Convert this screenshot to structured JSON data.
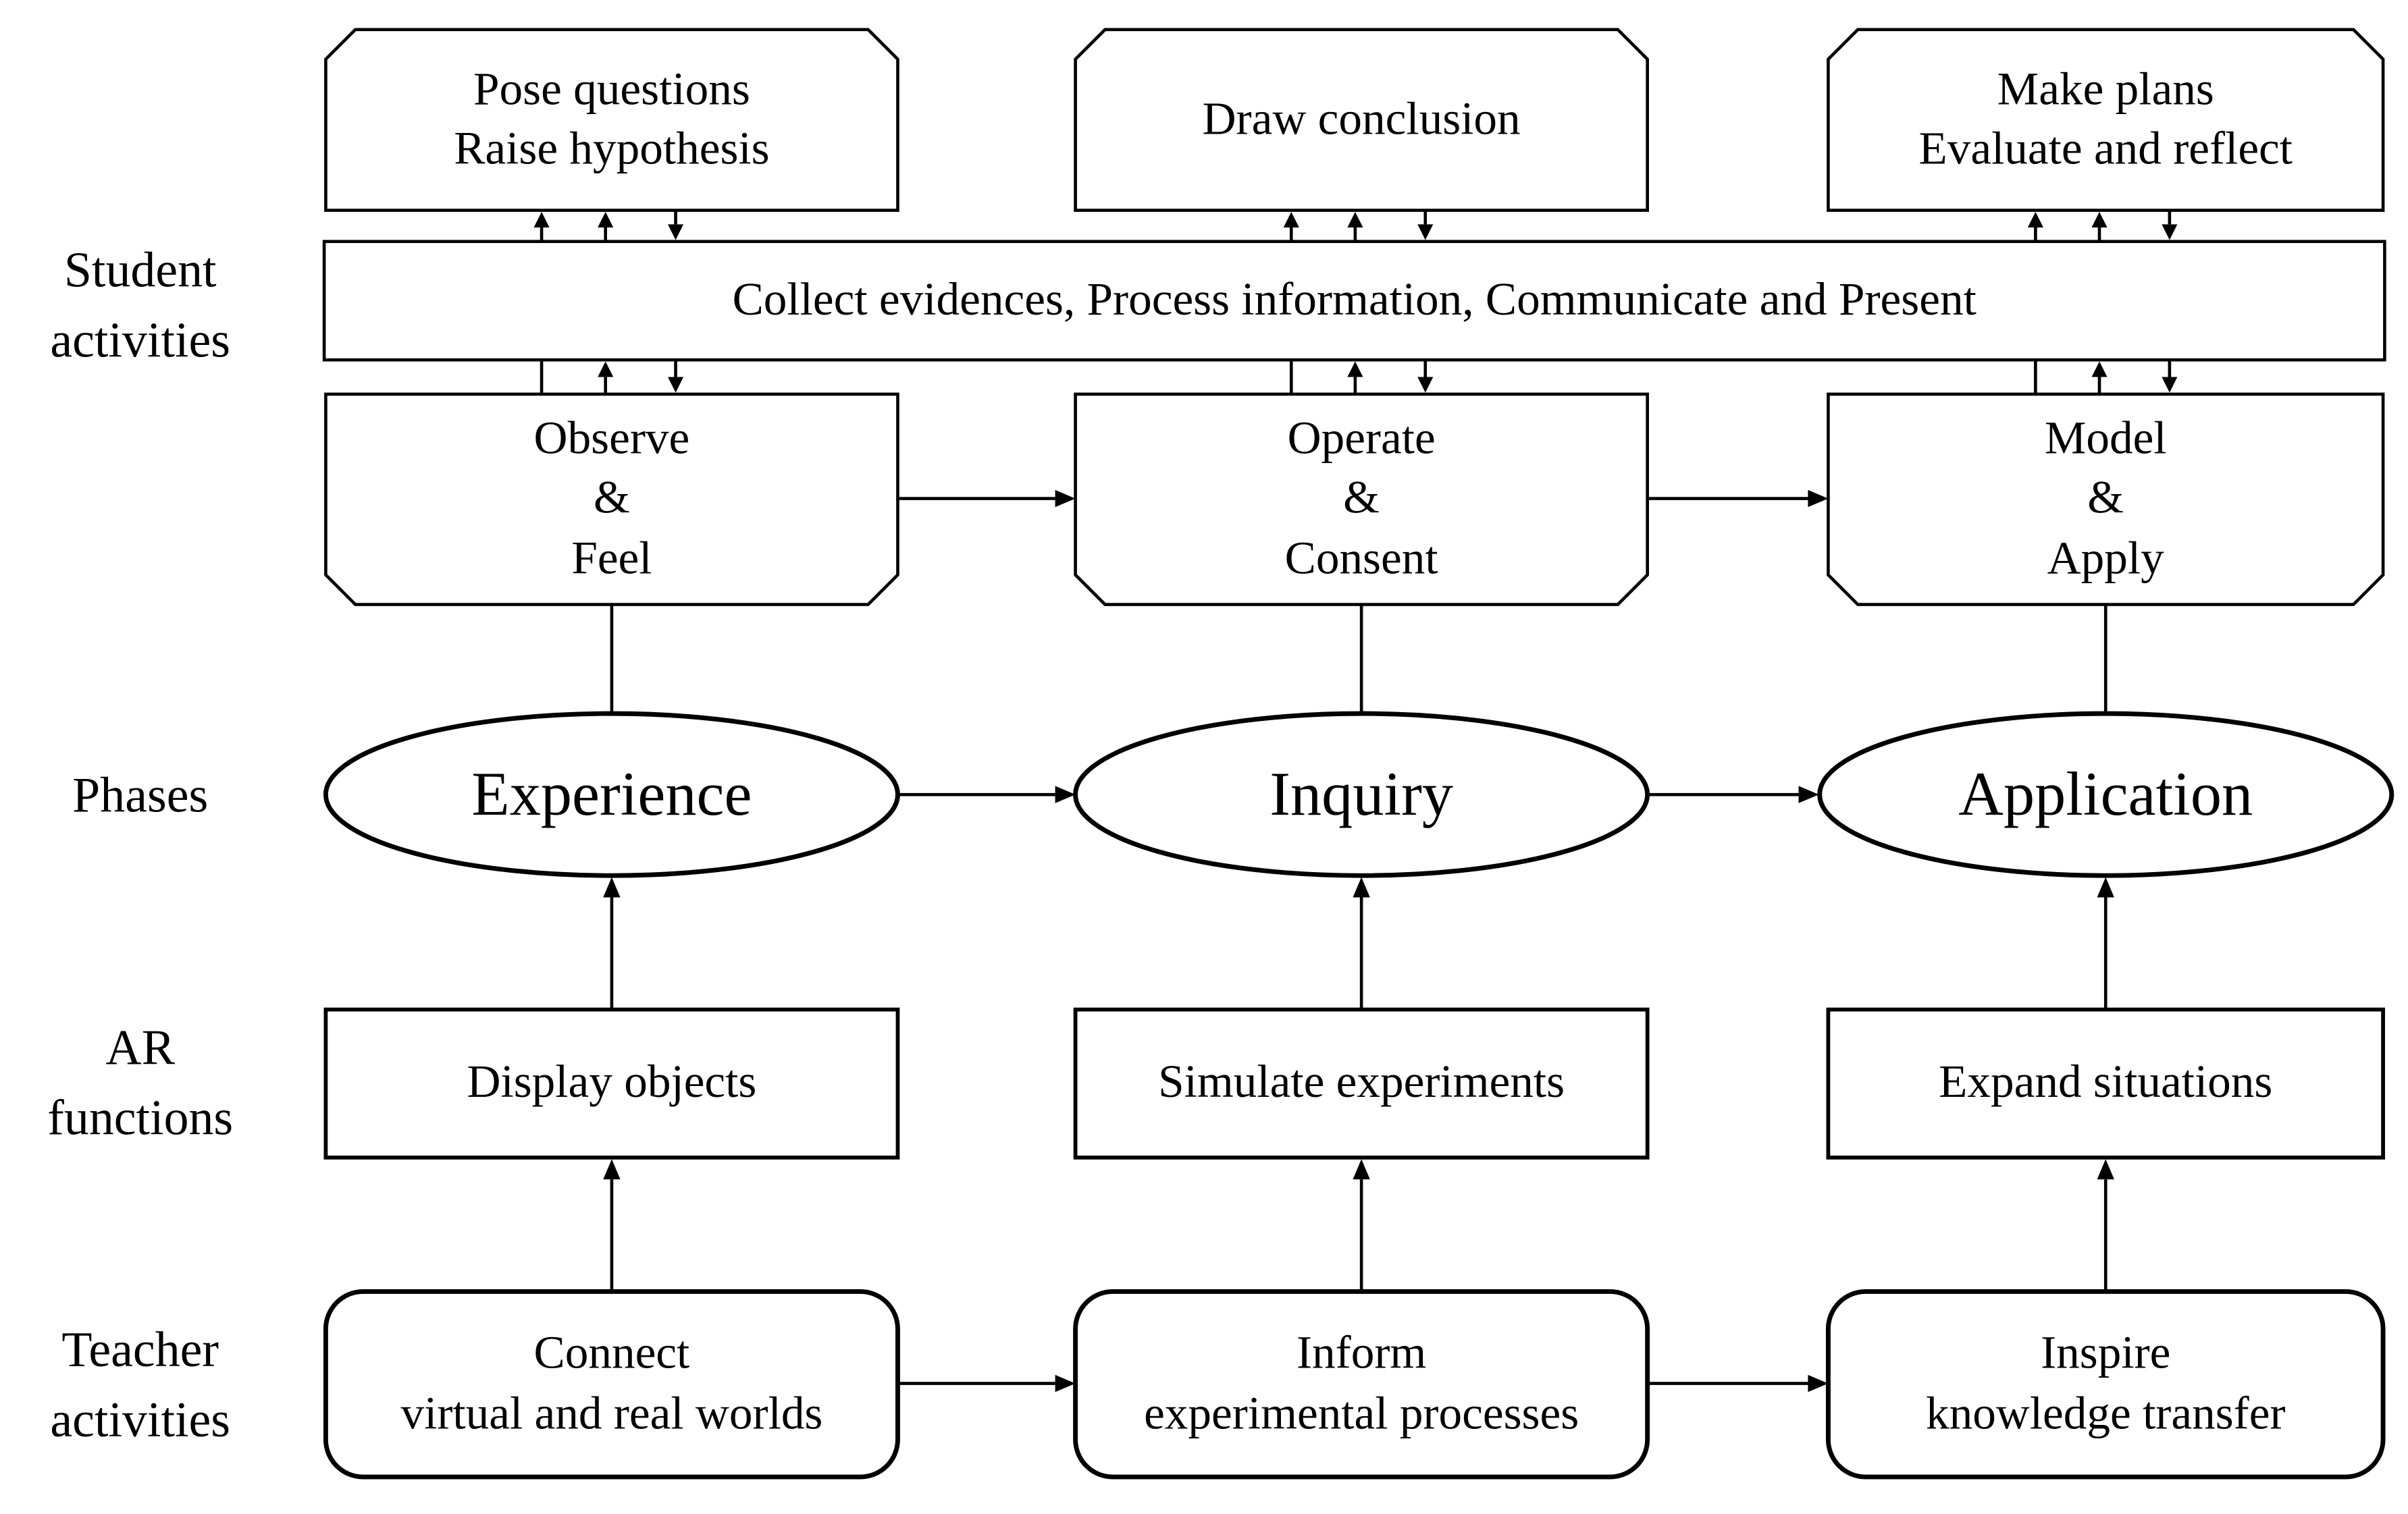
{
  "row_labels": {
    "student_activities": "Student\nactivities",
    "phases": "Phases",
    "ar_functions": "AR\nfunctions",
    "teacher_activities": "Teacher\nactivities"
  },
  "student_activities": {
    "top_boxes": [
      {
        "text": "Pose questions\nRaise hypothesis"
      },
      {
        "text": "Draw conclusion"
      },
      {
        "text": "Make plans\nEvaluate and reflect"
      }
    ],
    "collect_bar": "Collect evidences, Process information, Communicate and Present",
    "bottom_boxes": [
      {
        "text": "Observe\n&\nFeel"
      },
      {
        "text": "Operate\n&\nConsent"
      },
      {
        "text": "Model\n&\nApply"
      }
    ]
  },
  "phases": [
    {
      "text": "Experience"
    },
    {
      "text": "Inquiry"
    },
    {
      "text": "Application"
    }
  ],
  "ar_functions": [
    {
      "text": "Display objects"
    },
    {
      "text": "Simulate experiments"
    },
    {
      "text": "Expand situations"
    }
  ],
  "teacher_activities": [
    {
      "text": "Connect\nvirtual and real worlds"
    },
    {
      "text": "Inform\nexperimental processes"
    },
    {
      "text": "Inspire\nknowledge transfer"
    }
  ],
  "colors": {
    "stroke": "#000000",
    "background": "#ffffff"
  }
}
